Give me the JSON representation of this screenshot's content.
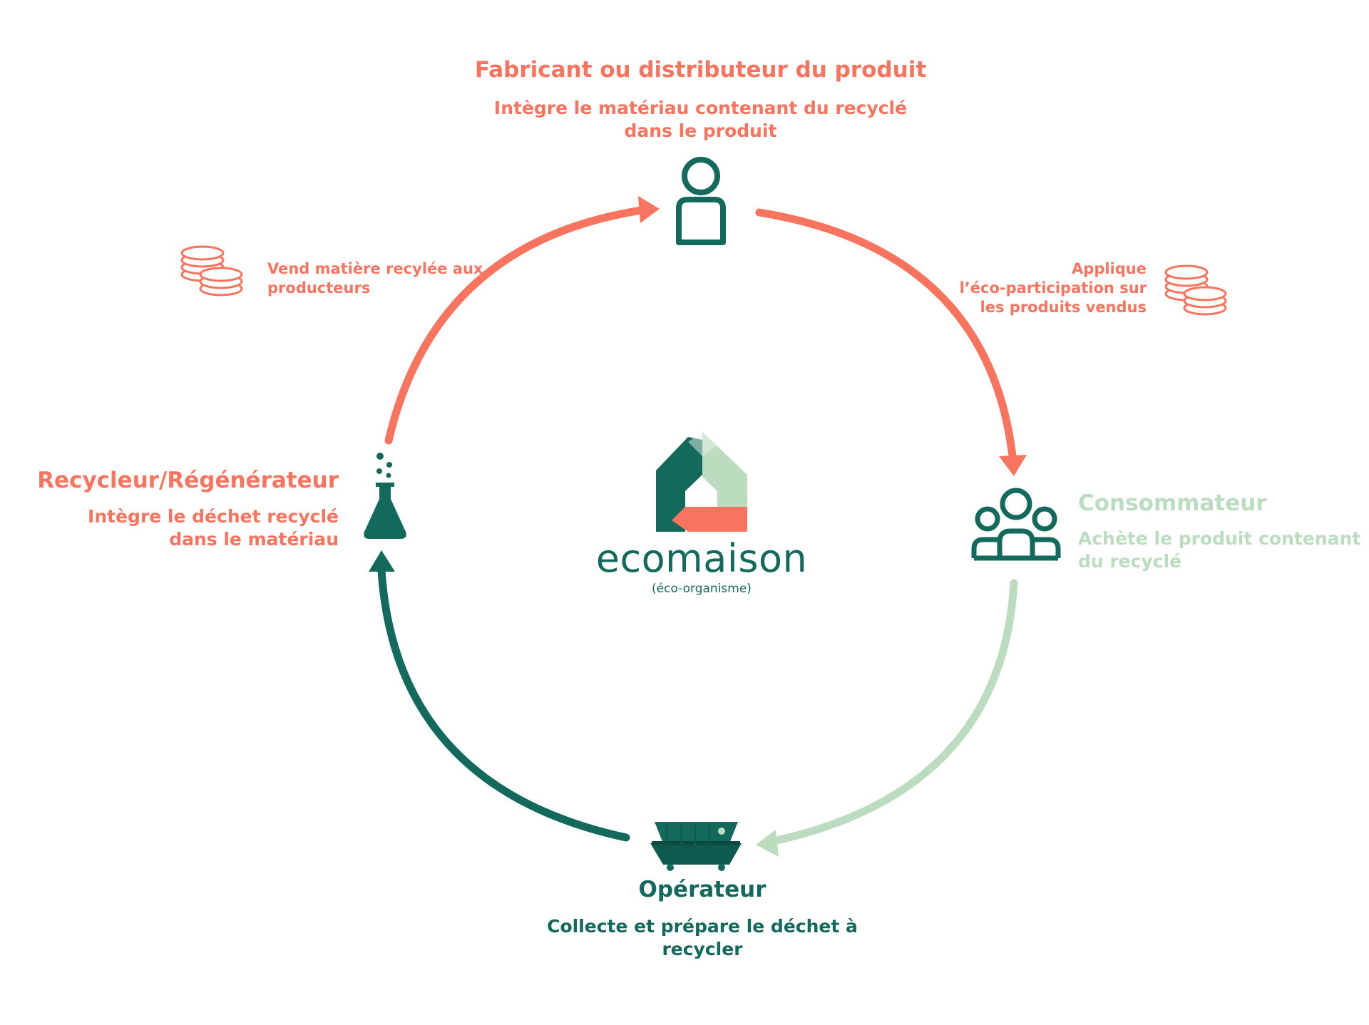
{
  "colors": {
    "coral": "#f8745f",
    "dark_green": "#13695b",
    "light_green": "#bcdcbf"
  },
  "center": {
    "brand": "ecomaison",
    "subtitle": "(éco-organisme)"
  },
  "nodes": {
    "fabricant": {
      "icon": "person-icon",
      "title": "Fabricant ou distributeur du produit",
      "desc_line1": "Intègre le matériau contenant du recyclé",
      "desc_line2": "dans le produit"
    },
    "consommateur": {
      "icon": "group-icon",
      "title": "Consommateur",
      "desc_line1": "Achète le produit contenant",
      "desc_line2": "du recyclé"
    },
    "operateur": {
      "icon": "dumpster-icon",
      "title": "Opérateur",
      "desc_line1": "Collecte et prépare le déchet à",
      "desc_line2": "recycler"
    },
    "recycleur": {
      "icon": "flask-icon",
      "title": "Recycleur/Régénérateur",
      "desc_line1": "Intègre le déchet recyclé",
      "desc_line2": "dans le matériau"
    }
  },
  "money_notes": {
    "left": {
      "icon": "coins-icon",
      "line1": "Vend matière recylée aux",
      "line2": "producteurs"
    },
    "right": {
      "icon": "coins-icon",
      "line1": "Applique",
      "line2": "l’éco-participation sur",
      "line3": "les produits vendus"
    }
  }
}
